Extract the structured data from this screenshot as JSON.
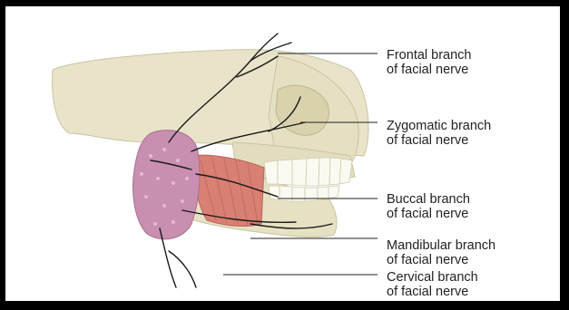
{
  "labels": [
    {
      "line1": "Frontal branch",
      "line2": "of facial nerve"
    },
    {
      "line1": "Zygomatic branch",
      "line2": "of facial nerve"
    },
    {
      "line1": "Buccal branch",
      "line2": "of facial nerve"
    },
    {
      "line1": "Mandibular branch",
      "line2": "of facial nerve"
    },
    {
      "line1": "Cervical branch",
      "line2": "of facial nerve"
    }
  ],
  "colors": {
    "frame_border": "#000000",
    "background": "#ffffff",
    "bone": "#e9e4c9",
    "bone_shadow": "#c9c3a2",
    "gland": "#c98fb0",
    "muscle": "#d97f74",
    "nerve": "#1a1a1a",
    "teeth": "#fbfaf2"
  }
}
